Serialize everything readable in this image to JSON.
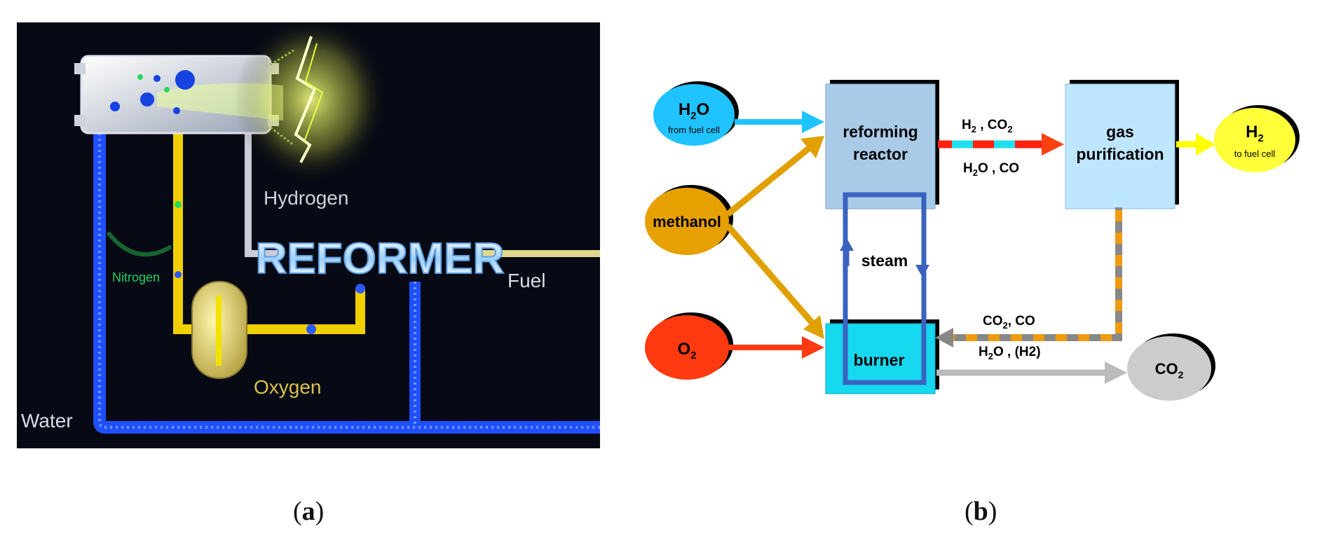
{
  "panel_a": {
    "labels": {
      "hydrogen": "Hydrogen",
      "reformer": "REFORMER",
      "fuel": "Fuel",
      "nitrogen": "Nitrogen",
      "oxygen": "Oxygen",
      "water": "Water"
    },
    "colors": {
      "background": "#070a14",
      "water_pipe": "#1f4fff",
      "yellow_pipe": "#f0d000",
      "reformer_text": "#cfe8ff"
    }
  },
  "panel_b": {
    "nodes": {
      "h2o_main": "H",
      "h2o_sub": "2",
      "h2o_tail": "O",
      "h2o_note": "from fuel cell",
      "methanol": "methanol",
      "o2_main": "O",
      "o2_sub": "2",
      "reactor_line1": "reforming",
      "reactor_line2": "reactor",
      "steam": "steam",
      "burner": "burner",
      "gas_line1": "gas",
      "gas_line2": "purification",
      "h2_out_main": "H",
      "h2_out_sub": "2",
      "h2_out_note": "to fuel cell",
      "co2_main": "CO",
      "co2_sub": "2"
    },
    "edge_labels": {
      "top1_a": "H",
      "top1_sub": "2",
      "top1_b": " , CO",
      "top1_sub2": "2",
      "top2": "H",
      "top2_sub": "2",
      "top2_b": "O , CO",
      "bottom1_a": "CO",
      "bottom1_sub": "2",
      "bottom1_b": ", CO",
      "bottom2_a": "H",
      "bottom2_sub": "2",
      "bottom2_b": "O , (H2)"
    },
    "colors": {
      "h2o": "#1fc3ff",
      "methanol": "#e6a000",
      "o2": "#ff3a10",
      "reactor": "#a9cbe8",
      "burner": "#16d8ef",
      "gas": "#bfe6ff",
      "h2_out": "#ffff3a",
      "co2": "#cccccc",
      "steam_loop": "#3a63c0"
    }
  },
  "captions": {
    "a_open": "(",
    "a_letter": "a",
    "a_close": ")",
    "b_open": "(",
    "b_letter": "b",
    "b_close": ")"
  }
}
